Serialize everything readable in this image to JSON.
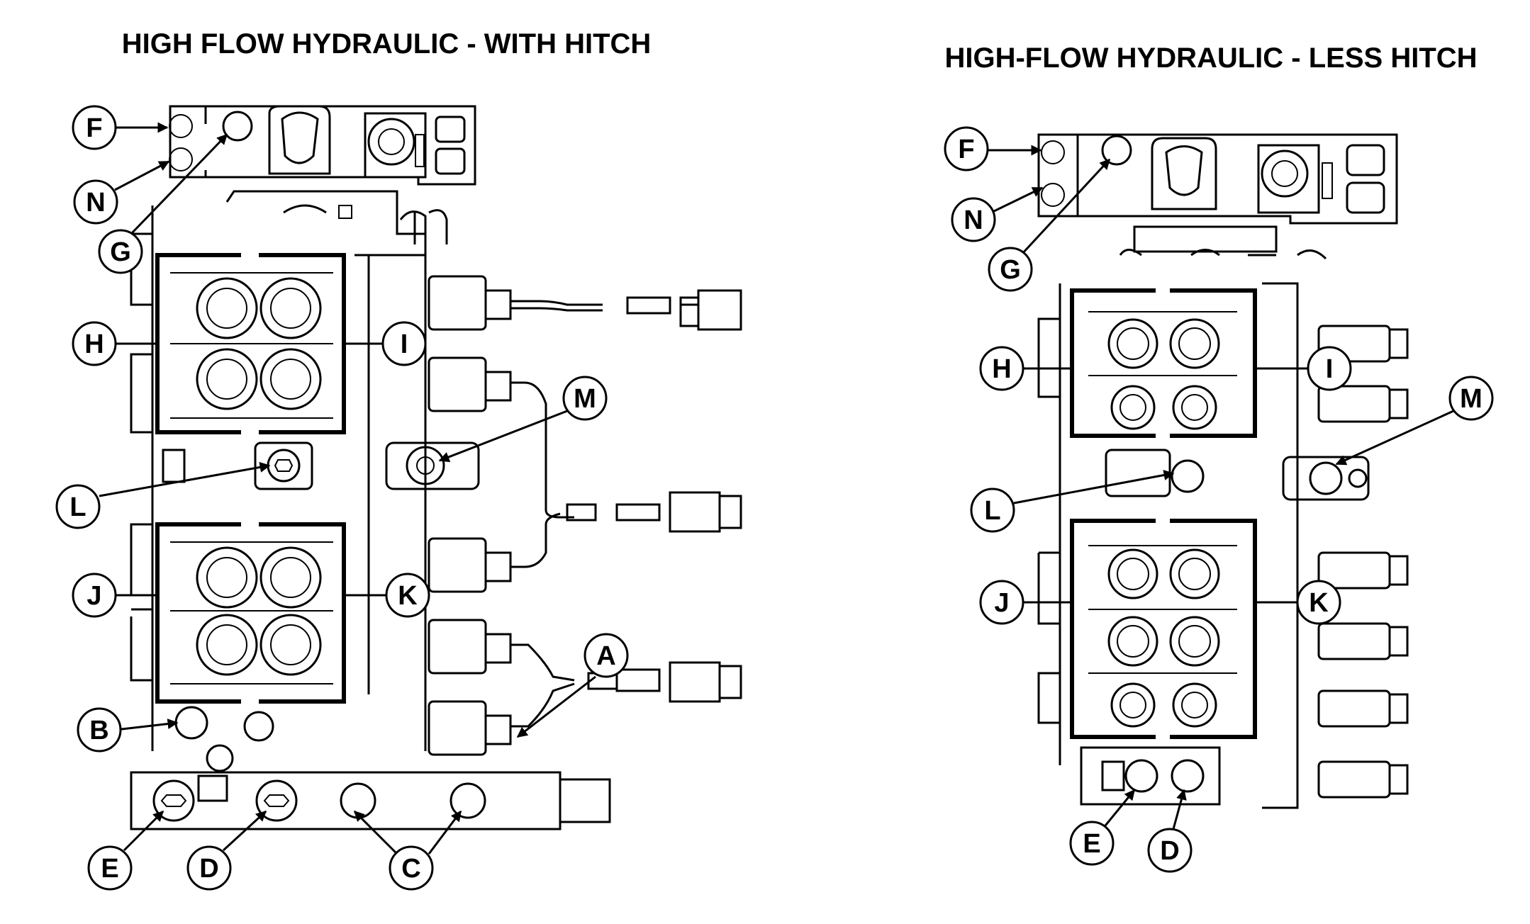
{
  "colors": {
    "ink": "#000000",
    "paper": "#ffffff"
  },
  "left": {
    "title": "HIGH FLOW HYDRAULIC - WITH HITCH",
    "callouts": {
      "F": "F",
      "N": "N",
      "G": "G",
      "H": "H",
      "I": "I",
      "M": "M",
      "L": "L",
      "J": "J",
      "K": "K",
      "A": "A",
      "B": "B",
      "E": "E",
      "D": "D",
      "C": "C"
    }
  },
  "right": {
    "title": "HIGH-FLOW HYDRAULIC - LESS HITCH",
    "callouts": {
      "F": "F",
      "N": "N",
      "G": "G",
      "H": "H",
      "I": "I",
      "M": "M",
      "L": "L",
      "J": "J",
      "K": "K",
      "E": "E",
      "D": "D"
    }
  }
}
